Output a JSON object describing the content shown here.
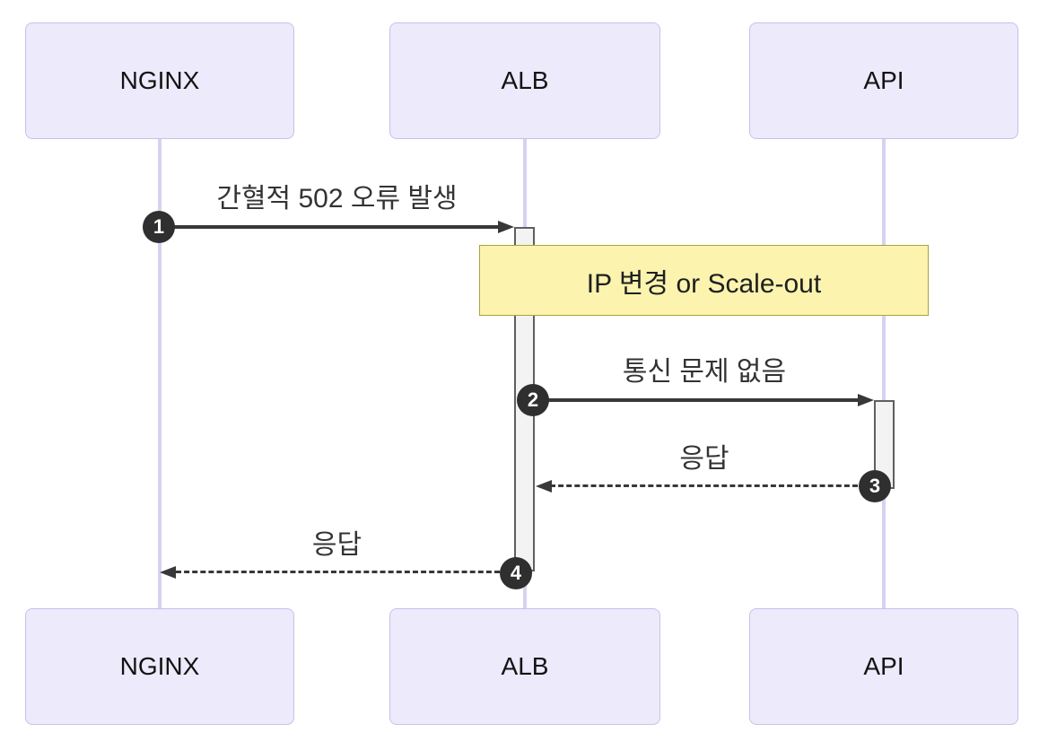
{
  "diagram": {
    "type": "sequence-diagram",
    "actors": [
      {
        "id": "nginx",
        "label": "NGINX"
      },
      {
        "id": "alb",
        "label": "ALB"
      },
      {
        "id": "api",
        "label": "API"
      }
    ],
    "messages": [
      {
        "seq": 1,
        "from": "NGINX",
        "to": "ALB",
        "label": "간혈적 502 오류 발생",
        "line": "solid",
        "direction": "right"
      },
      {
        "seq": 2,
        "from": "ALB",
        "to": "API",
        "label": "통신 문제 없음",
        "line": "solid",
        "direction": "right"
      },
      {
        "seq": 3,
        "from": "API",
        "to": "ALB",
        "label": "응답",
        "line": "dashed",
        "direction": "left"
      },
      {
        "seq": 4,
        "from": "ALB",
        "to": "NGINX",
        "label": "응답",
        "line": "dashed",
        "direction": "left"
      }
    ],
    "note": {
      "label": "IP 변경 or Scale-out",
      "over": "ALB,API"
    },
    "colors": {
      "actor_fill": "#ECEAFB",
      "actor_border": "#C8C1E9",
      "lifeline": "#D8D1F0",
      "activation_fill": "#F3F3F3",
      "activation_border": "#5F5F5F",
      "note_fill": "#FBF3AE",
      "note_border": "#A8A33D",
      "arrow": "#383838",
      "seq_badge": "#2F2F2F",
      "background": "#FFFFFF"
    }
  }
}
